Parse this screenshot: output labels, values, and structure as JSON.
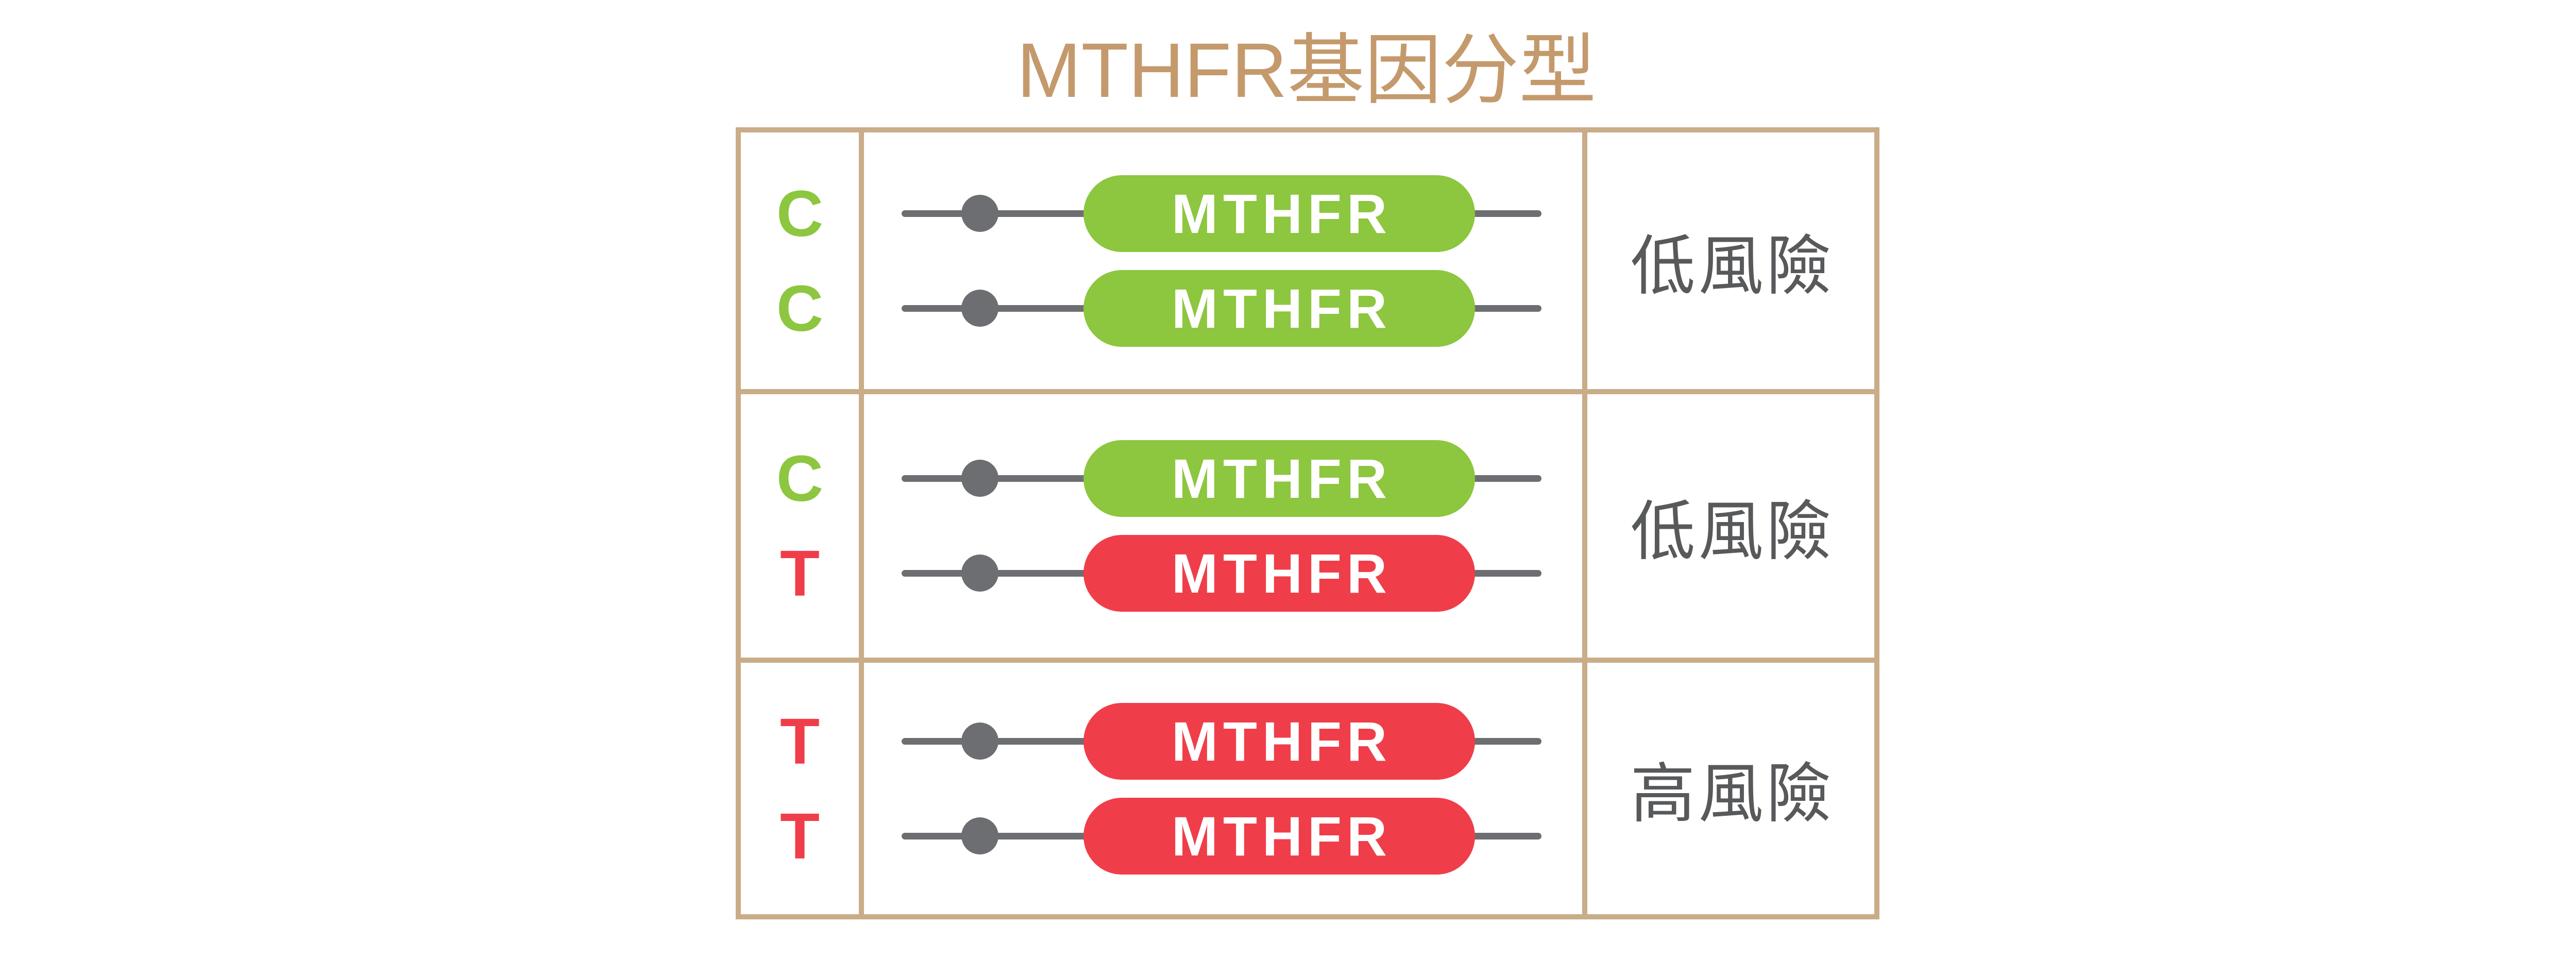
{
  "title": "MTHFR基因分型",
  "colors": {
    "title": "#c49a6c",
    "border": "#c9ad88",
    "chromosome": "#6d6e71",
    "risk_text": "#58595b",
    "pill_text": "#ffffff"
  },
  "rows": [
    {
      "alleles": [
        {
          "letter": "C",
          "color": "#8dc63f",
          "gene": "MTHFR"
        },
        {
          "letter": "C",
          "color": "#8dc63f",
          "gene": "MTHFR"
        }
      ],
      "risk": "低風險"
    },
    {
      "alleles": [
        {
          "letter": "C",
          "color": "#8dc63f",
          "gene": "MTHFR"
        },
        {
          "letter": "T",
          "color": "#ef3e4a",
          "gene": "MTHFR"
        }
      ],
      "risk": "低風險"
    },
    {
      "alleles": [
        {
          "letter": "T",
          "color": "#ef3e4a",
          "gene": "MTHFR"
        },
        {
          "letter": "T",
          "color": "#ef3e4a",
          "gene": "MTHFR"
        }
      ],
      "risk": "高風險"
    }
  ]
}
